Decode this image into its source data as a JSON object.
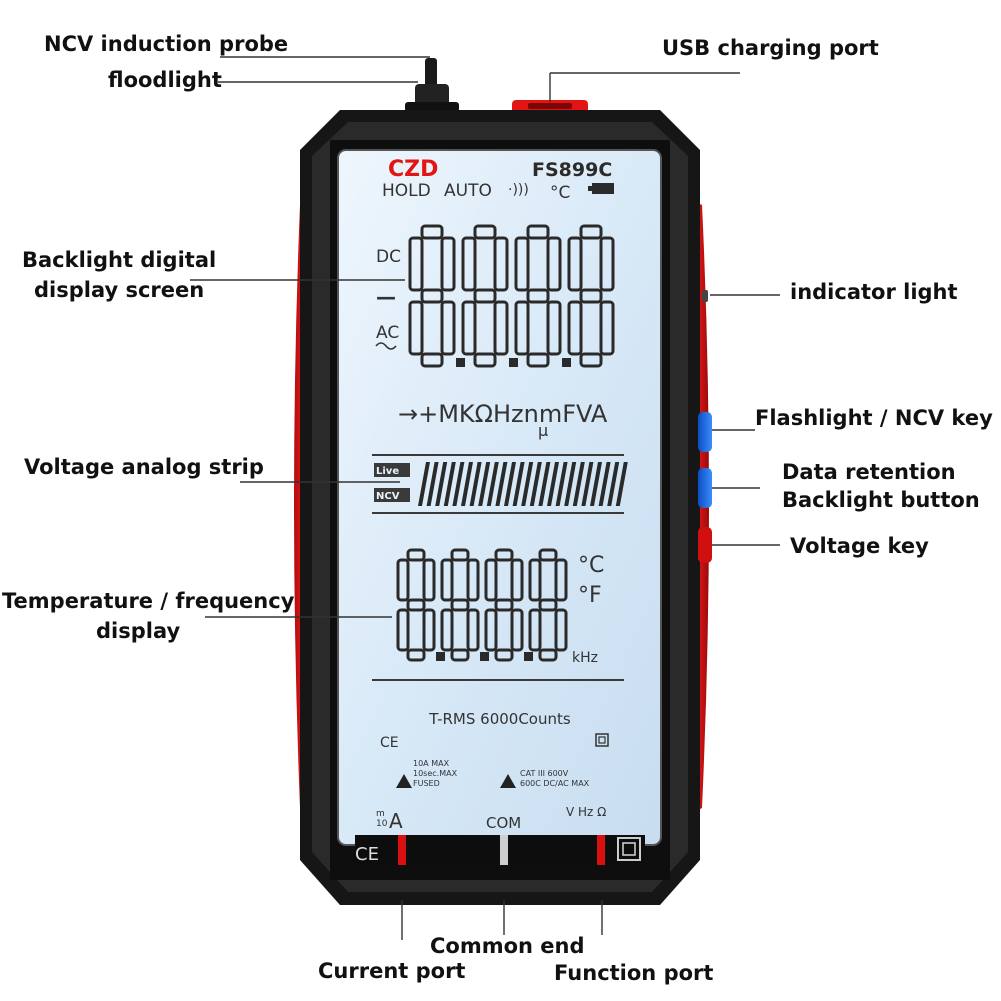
{
  "callouts": {
    "ncv_probe": "NCV induction probe",
    "floodlight": "floodlight",
    "usb_port": "USB charging port",
    "backlight_line1": "Backlight digital",
    "backlight_line2": "display screen",
    "indicator_light": "indicator light",
    "flashlight_key": "Flashlight / NCV key",
    "data_retention_line1": "Data retention",
    "data_retention_line2": "Backlight button",
    "voltage_strip": "Voltage analog strip",
    "voltage_key": "Voltage key",
    "temp_line1": "Temperature / frequency",
    "temp_line2": "display",
    "common_end": "Common end",
    "current_port": "Current port",
    "function_port": "Function port"
  },
  "device": {
    "brand": "CZD",
    "model": "FS899C",
    "status_hold": "HOLD",
    "status_auto": "AUTO",
    "status_sound": "·)))",
    "status_celsius": "°C",
    "mode_dc": "DC",
    "mode_minus": "—",
    "mode_ac": "AC",
    "main_digits": "8888",
    "units_row": "→+MKΩHznmFVA",
    "units_micro": "µ",
    "strip_live": "Live",
    "strip_ncv": "NCV",
    "temp_digits": "8888",
    "temp_c": "°C",
    "temp_f": "°F",
    "temp_khz": "kHz",
    "trms": "T-RMS 6000Counts",
    "ce_small": "CE",
    "warn1_line1": "10A MAX",
    "warn1_line2": "10sec.MAX",
    "warn1_line3": "FUSED",
    "warn2_line1": "CAT III 600V",
    "warn2_line2": "600C DC/AC MAX",
    "port_left_top": "m",
    "port_left_bottom": "10",
    "port_left_a": "A",
    "port_com": "COM",
    "port_right": "V Hz Ω",
    "ce_large": "CE"
  },
  "colors": {
    "red": "#e21414",
    "dark_red": "#9c0a0a",
    "body": "#141414",
    "lcd": "#dcecf8",
    "blue_button": "#1e6ff0"
  }
}
